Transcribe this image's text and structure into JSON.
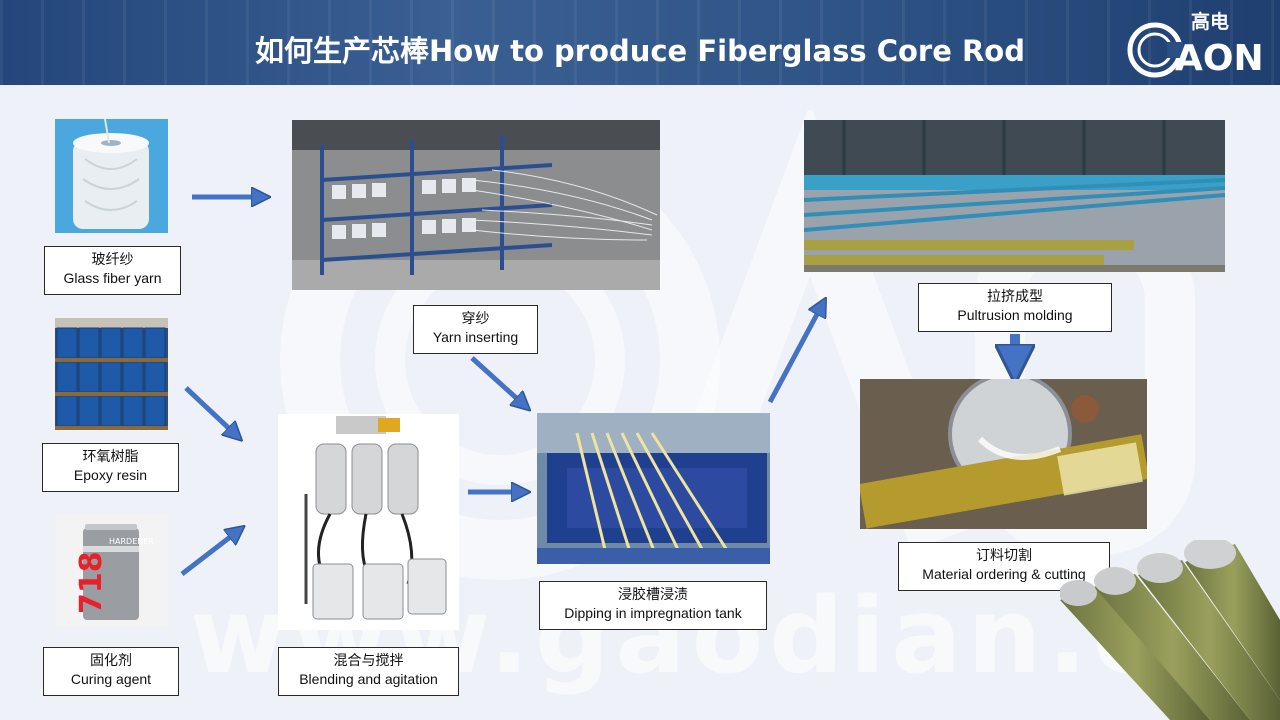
{
  "header": {
    "title": "如何生产芯棒How to produce Fiberglass Core Rod",
    "logo_chinese": "高电",
    "logo_text": "AON"
  },
  "watermark": {
    "url": "www.gaodian.c"
  },
  "steps": {
    "glass_fiber": {
      "zh": "玻纤纱",
      "en": "Glass fiber yarn",
      "icon": "glass-fiber-bobbin"
    },
    "epoxy": {
      "zh": "环氧树脂",
      "en": "Epoxy resin",
      "icon": "blue-drums"
    },
    "curing": {
      "zh": "固化剂",
      "en": "Curing agent",
      "icon": "hardener-can",
      "can_number": "718",
      "can_brand": "HARDENER"
    },
    "yarn_inserting": {
      "zh": "穿纱",
      "en": "Yarn inserting",
      "icon": "creel-rack"
    },
    "blending": {
      "zh": "混合与搅拌",
      "en": "Blending and agitation",
      "icon": "mixing-machine"
    },
    "dipping": {
      "zh": "浸胶槽浸渍",
      "en": "Dipping in impregnation tank",
      "icon": "impregnation-tank"
    },
    "pultrusion": {
      "zh": "拉挤成型",
      "en": "Pultrusion molding",
      "icon": "pultrusion-line"
    },
    "cutting": {
      "zh": "订料切割",
      "en": "Material ordering & cutting",
      "icon": "cutting-saw"
    }
  },
  "colors": {
    "header_bg": "#2b4f84",
    "arrow": "#4472c4",
    "arrow_stroke": "#2f5597",
    "page_bg": "#eef2f8"
  }
}
